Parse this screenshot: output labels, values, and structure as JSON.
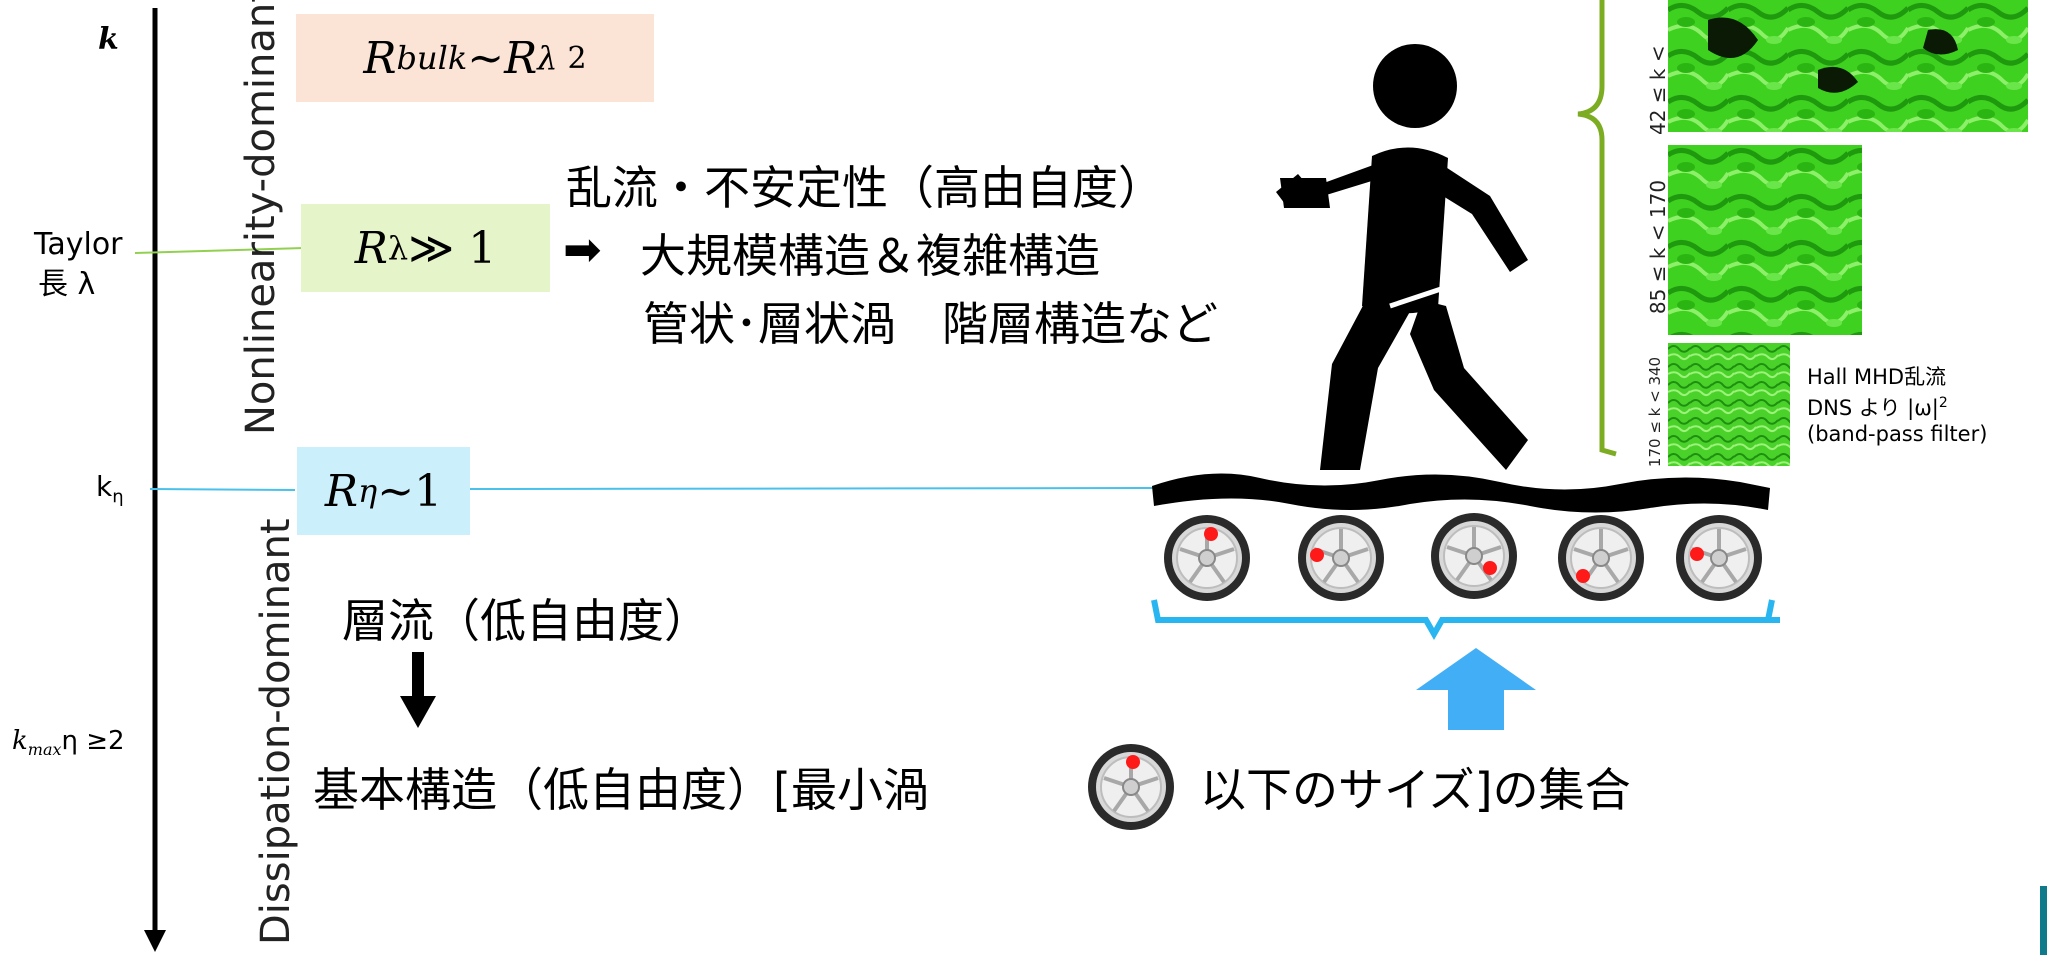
{
  "axis": {
    "k_label": "k",
    "taylor_line1": "Taylor",
    "taylor_line2": "長 λ",
    "k_eta_label": "k",
    "k_eta_sub": "η",
    "kmax_label": "k",
    "kmax_sub": "max",
    "kmax_tail": "η ≥2"
  },
  "regions": {
    "upper": "Nonlinearity-dominant",
    "lower": "Dissipation-dominant"
  },
  "boxes": {
    "bulk": {
      "r": "R",
      "sub": "bulk",
      "mid": "~R",
      "sub2": "λ",
      "sup": "2",
      "color": "#fbe3d6"
    },
    "lambda": {
      "r": "R",
      "sub": "λ",
      "rel": " ≫ 1",
      "color": "#e6f5c9"
    },
    "eta": {
      "r": "R",
      "sub": "η",
      "rel": "~1",
      "color": "#ccf0fb"
    }
  },
  "text": {
    "turb_title": "乱流・不安定性（高由自度）",
    "turb_arrow": "➡",
    "turb_line2": "大規模構造＆複雑構造",
    "turb_line3": "管状･層状渦　階層構造など",
    "laminar": "層流（低自由度）",
    "basic_a": "基本構造（低自由度）[最小渦",
    "basic_b": "以下のサイズ]の集合"
  },
  "panels": {
    "p1_label": "42 ≤ k <",
    "p2_label": "85 ≤ k < 170",
    "p3_label": "170 ≤ k < 340",
    "caption_line1": "Hall MHD乱流",
    "caption_line2": "DNS より |ω|",
    "caption_sup": "2",
    "caption_line3": "(band-pass filter)"
  },
  "colors": {
    "taylor_line": "#92d050",
    "eta_line": "#49c1ea",
    "bracket_blue": "#29b6f0",
    "bracket_green": "#7cac22",
    "arrow_blue": "#42aef5",
    "texture_green": "#3fd11f",
    "corner_mark": "#0f7a8a"
  },
  "icons": [
    "walking-person-icon",
    "wheel-icon",
    "down-arrow-icon",
    "up-arrow-icon"
  ]
}
